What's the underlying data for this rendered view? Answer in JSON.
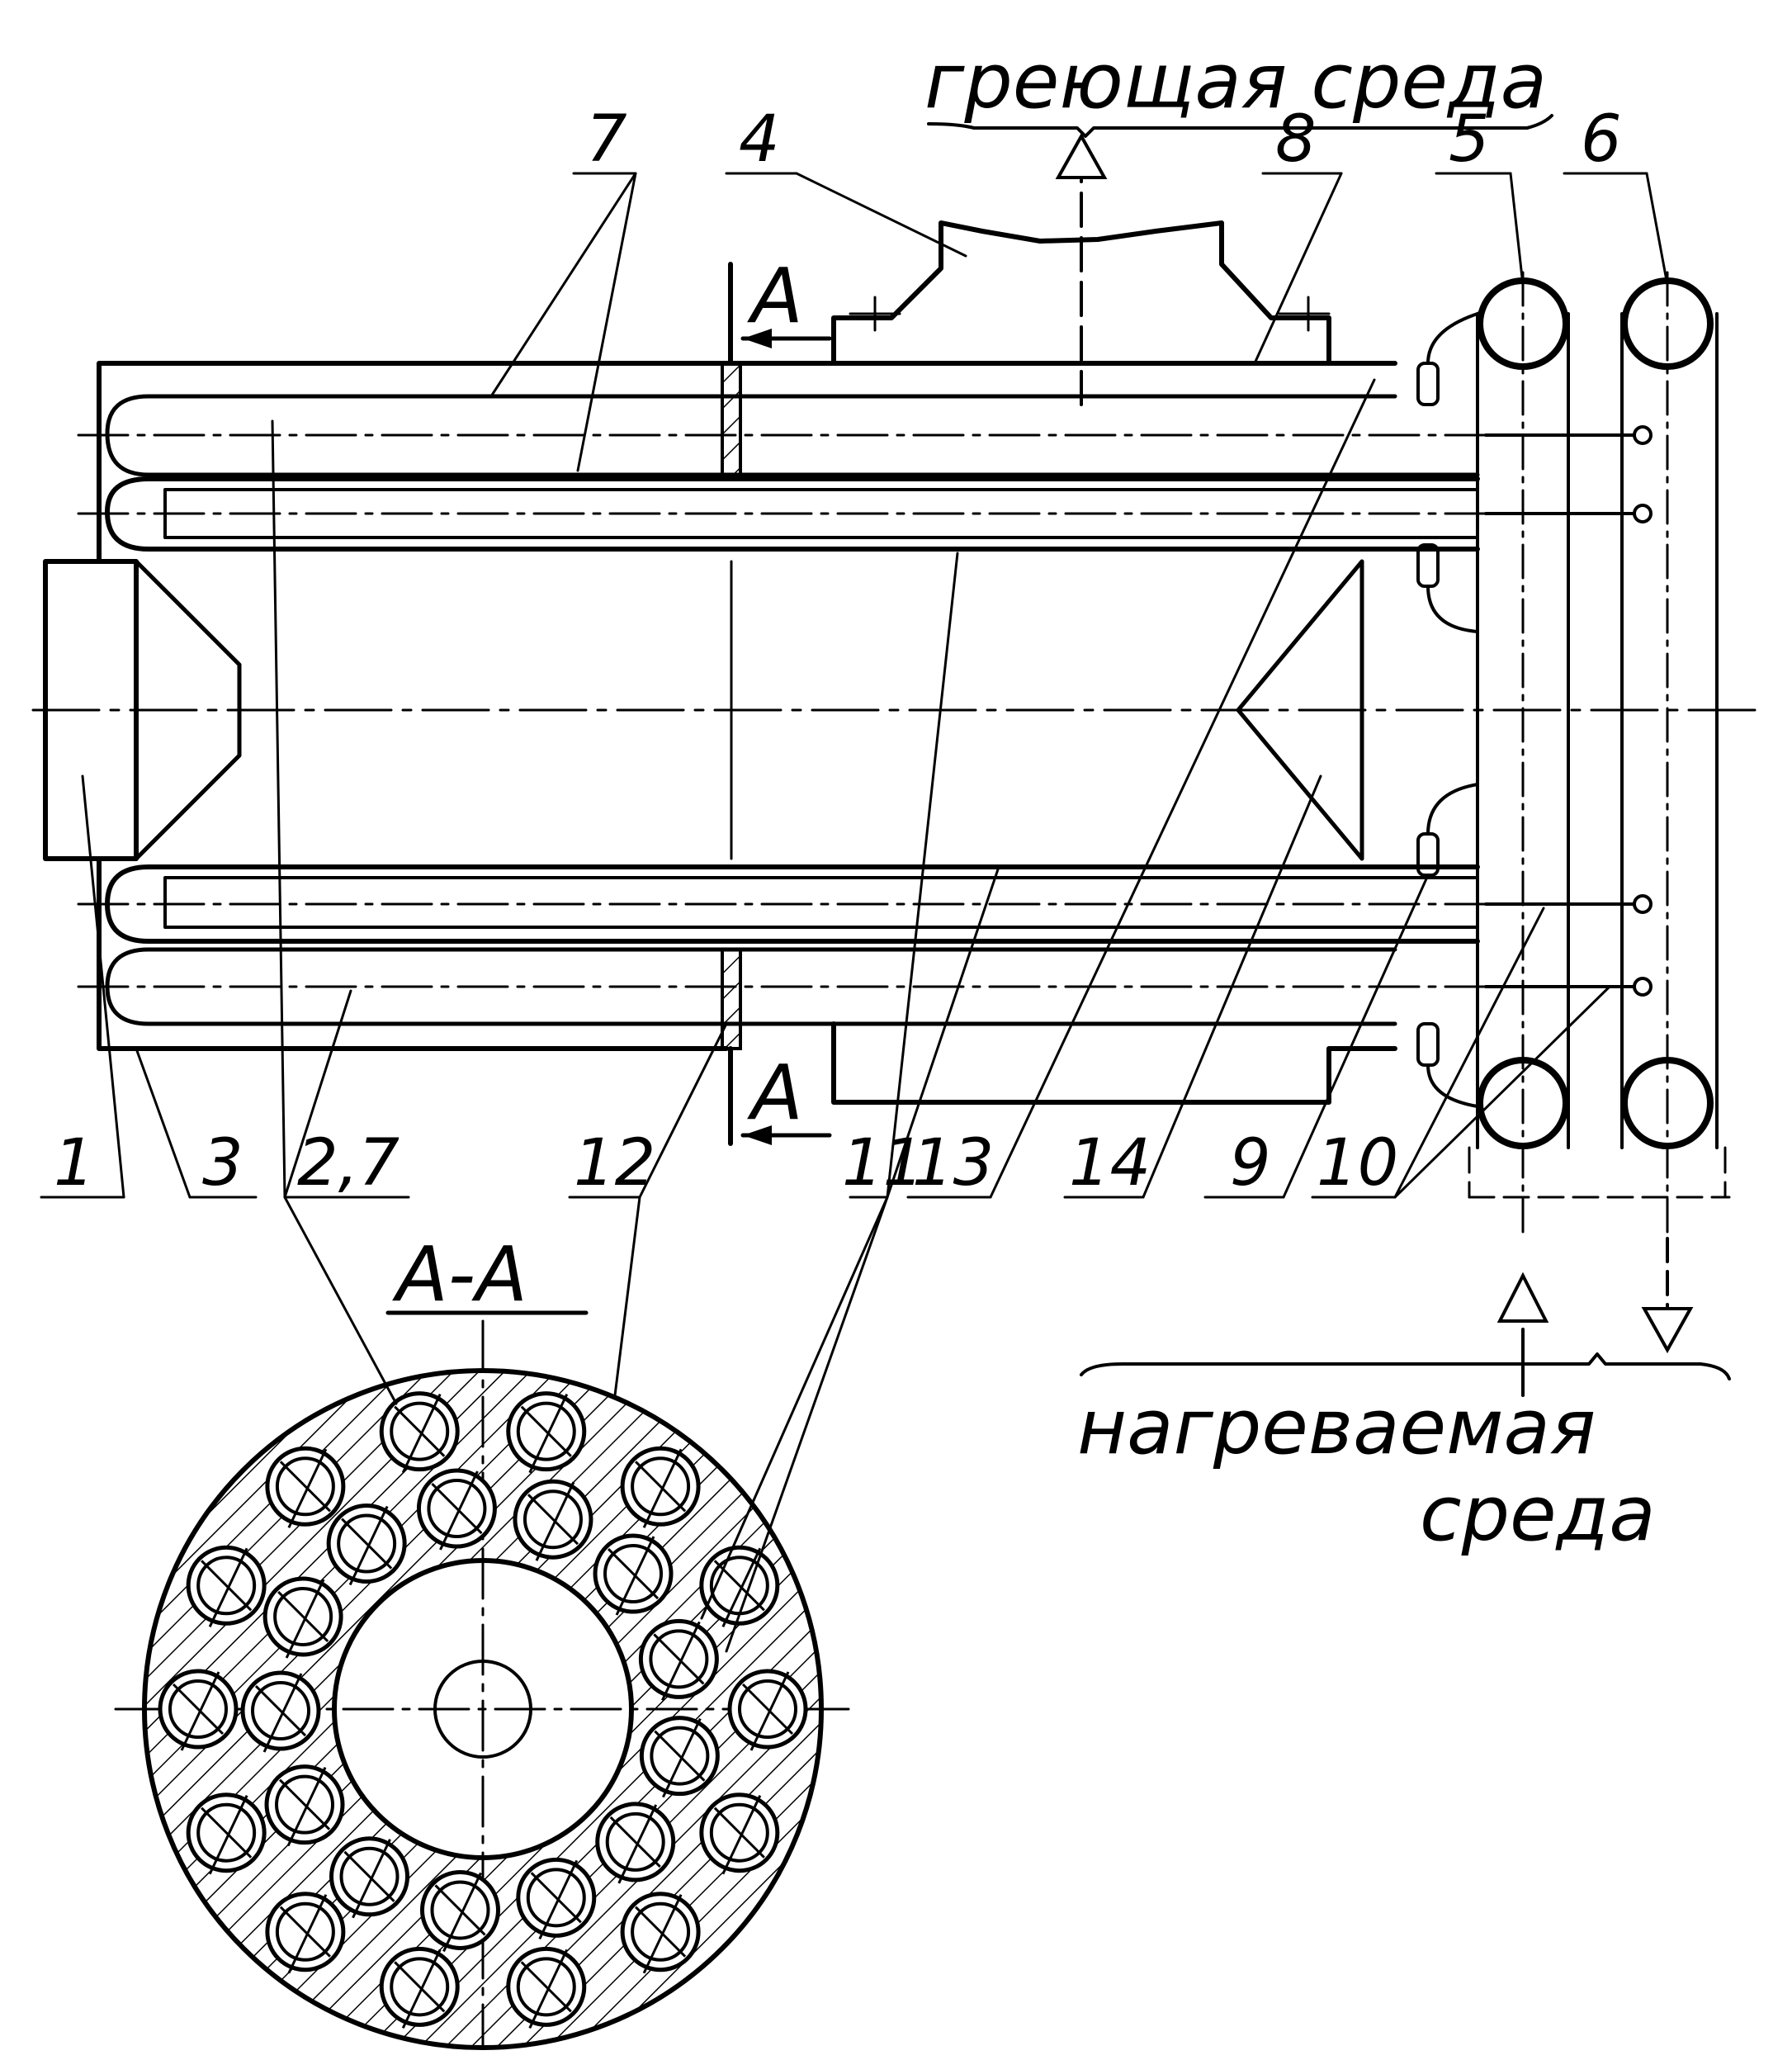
{
  "title_top": "греющая среда",
  "title_bottom_line1": "нагреваемая",
  "title_bottom_line2": "среда",
  "section_caption": "А-А",
  "section_marks": {
    "top": "А",
    "bottom": "А"
  },
  "labels": {
    "l1": "1",
    "l2_7": "2,7",
    "l3": "3",
    "l4": "4",
    "l5": "5",
    "l6": "6",
    "l7": "7",
    "l8": "8",
    "l9": "9",
    "l10": "10",
    "l11": "11",
    "l12": "12",
    "l13": "13",
    "l14": "14"
  },
  "colors": {
    "ink": "#000000",
    "paper": "#ffffff"
  }
}
